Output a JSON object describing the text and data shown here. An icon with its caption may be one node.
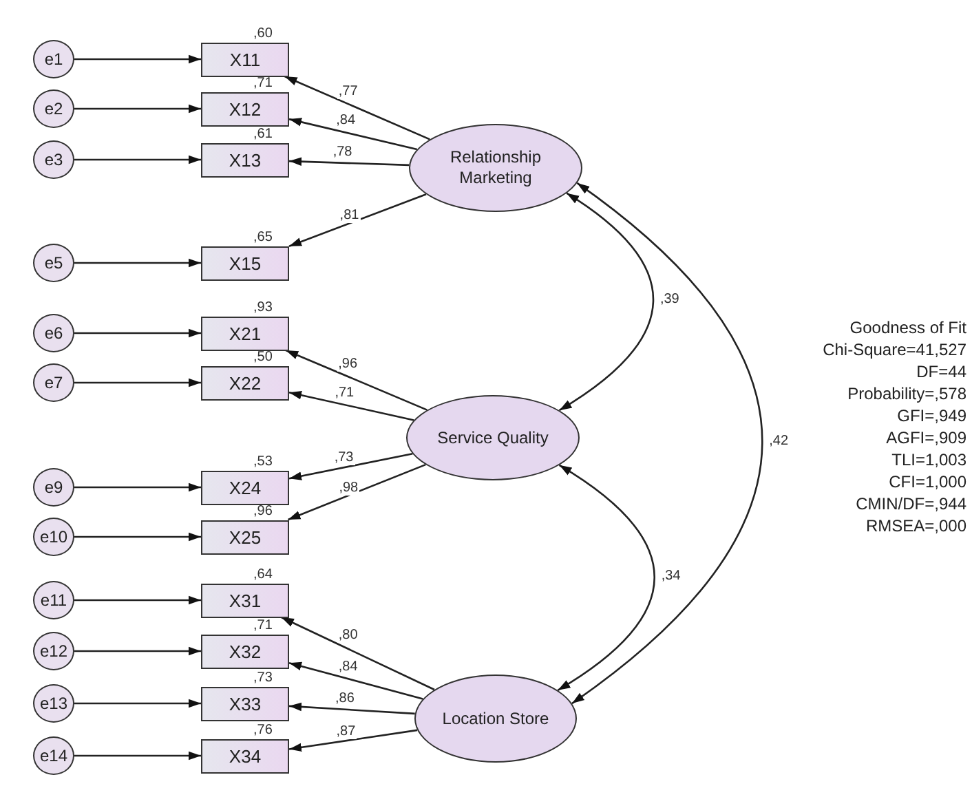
{
  "diagram": {
    "nodes": [
      {
        "text": [
          "e1"
        ]
      },
      {
        "text": [
          "e2"
        ]
      },
      {
        "text": [
          "e3"
        ]
      },
      {
        "text": [
          "e5"
        ]
      },
      {
        "text": [
          "e6"
        ]
      },
      {
        "text": [
          "e7"
        ]
      },
      {
        "text": [
          "e9"
        ]
      },
      {
        "text": [
          "e10"
        ]
      },
      {
        "text": [
          "e11"
        ]
      },
      {
        "text": [
          "e12"
        ]
      },
      {
        "text": [
          "e13"
        ]
      },
      {
        "text": [
          "e14"
        ]
      },
      {
        "text": [
          "X11"
        ],
        "beside": [
          ",60"
        ]
      },
      {
        "text": [
          "X12"
        ],
        "beside": [
          ",71"
        ]
      },
      {
        "text": [
          "X13"
        ],
        "beside": [
          ",61"
        ]
      },
      {
        "text": [
          "X15"
        ],
        "beside": [
          ",65"
        ]
      },
      {
        "text": [
          "X21"
        ],
        "beside": [
          ",93"
        ]
      },
      {
        "text": [
          "X22"
        ],
        "beside": [
          ",50"
        ]
      },
      {
        "text": [
          "X24"
        ],
        "beside": [
          ",53"
        ]
      },
      {
        "text": [
          "X25"
        ],
        "beside": [
          ",96"
        ]
      },
      {
        "text": [
          "X31"
        ],
        "beside": [
          ",64"
        ]
      },
      {
        "text": [
          "X32"
        ],
        "beside": [
          ",71"
        ]
      },
      {
        "text": [
          "X33"
        ],
        "beside": [
          ",73"
        ]
      },
      {
        "text": [
          "X34"
        ],
        "beside": [
          ",76"
        ]
      },
      {
        "text": [
          "Relationship Marketing"
        ]
      },
      {
        "text": [
          "Service Quality"
        ]
      },
      {
        "text": [
          "Location Store"
        ]
      }
    ],
    "edges": [
      {
        "from": 0,
        "to": 12,
        "arrow": "to"
      },
      {
        "from": 1,
        "to": 13,
        "arrow": "to"
      },
      {
        "from": 2,
        "to": 14,
        "arrow": "to"
      },
      {
        "from": 3,
        "to": 15,
        "arrow": "to"
      },
      {
        "from": 4,
        "to": 16,
        "arrow": "to"
      },
      {
        "from": 5,
        "to": 17,
        "arrow": "to"
      },
      {
        "from": 6,
        "to": 18,
        "arrow": "to"
      },
      {
        "from": 7,
        "to": 19,
        "arrow": "to"
      },
      {
        "from": 8,
        "to": 20,
        "arrow": "to"
      },
      {
        "from": 9,
        "to": 21,
        "arrow": "to"
      },
      {
        "from": 10,
        "to": 22,
        "arrow": "to"
      },
      {
        "from": 11,
        "to": 23,
        "arrow": "to"
      },
      {
        "from": 24,
        "to": 12,
        "arrow": "to",
        "label": ",77"
      },
      {
        "from": 24,
        "to": 13,
        "arrow": "to",
        "label": ",84"
      },
      {
        "from": 24,
        "to": 14,
        "arrow": "to",
        "label": ",78"
      },
      {
        "from": 24,
        "to": 15,
        "arrow": "to",
        "label": ",81"
      },
      {
        "from": 25,
        "to": 16,
        "arrow": "to",
        "label": ",96"
      },
      {
        "from": 25,
        "to": 17,
        "arrow": "to",
        "label": ",71"
      },
      {
        "from": 25,
        "to": 18,
        "arrow": "to",
        "label": ",73"
      },
      {
        "from": 25,
        "to": 19,
        "arrow": "to",
        "label": ",98"
      },
      {
        "from": 26,
        "to": 20,
        "arrow": "to",
        "label": ",80"
      },
      {
        "from": 26,
        "to": 21,
        "arrow": "to",
        "label": ",84"
      },
      {
        "from": 26,
        "to": 22,
        "arrow": "to",
        "label": ",86"
      },
      {
        "from": 26,
        "to": 23,
        "arrow": "to",
        "label": ",87"
      },
      {
        "from": 24,
        "to": 25,
        "arrow": "both",
        "label": ",39"
      },
      {
        "from": 25,
        "to": 26,
        "arrow": "both",
        "label": ",34"
      },
      {
        "from": 24,
        "to": 26,
        "arrow": "both",
        "label": ",42"
      }
    ],
    "labels": [
      "Goodness of Fit",
      "Chi-Square=41,527",
      "DF=44",
      "Probability=,578",
      "GFI=,949",
      "AGFI=,909",
      "TLI=1,003",
      "CFI=1,000",
      "CMIN/DF=,944",
      "RMSEA=,000"
    ]
  }
}
